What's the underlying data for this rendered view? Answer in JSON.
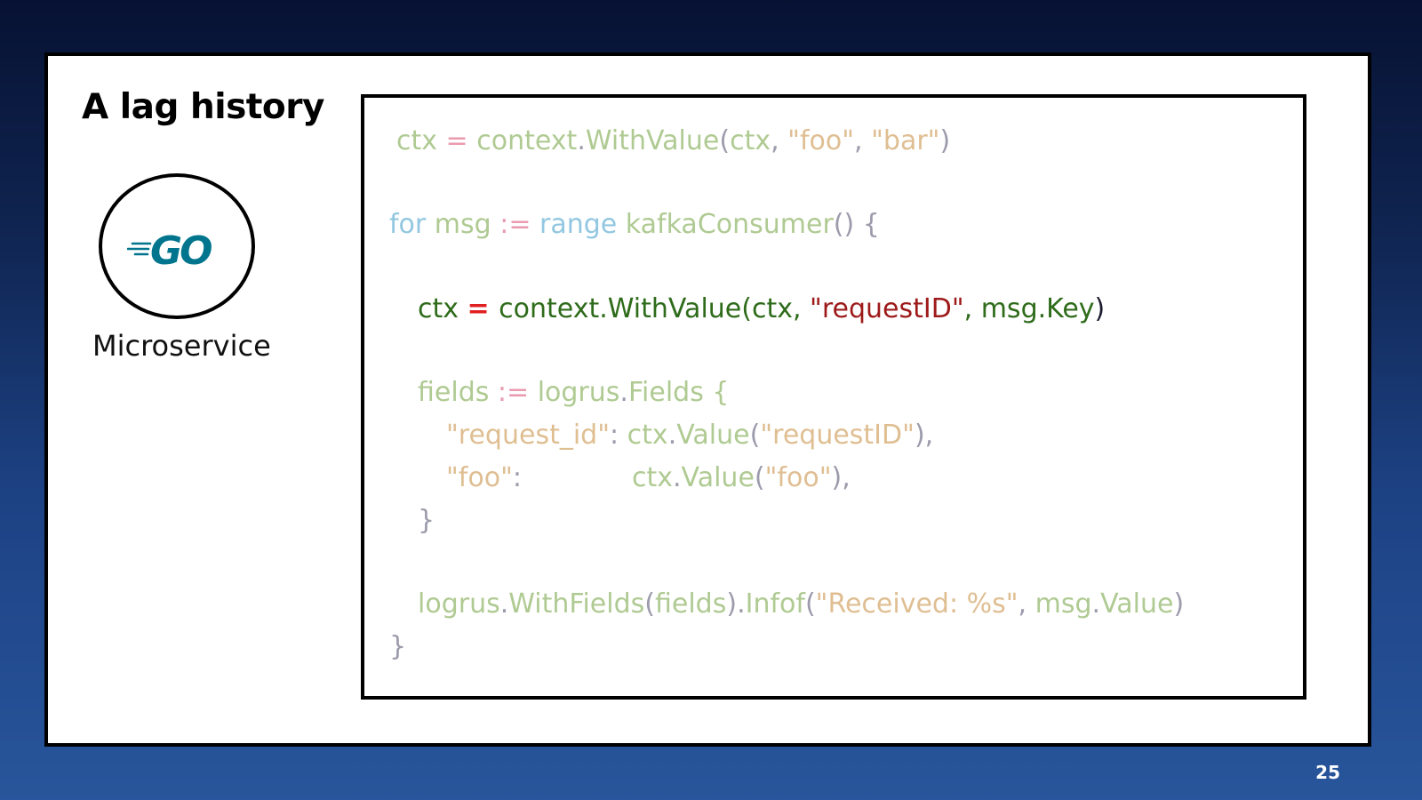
{
  "slide": {
    "title": "A lag history",
    "logo_text": "GO",
    "logo_caption": "Microservice",
    "page_number": "25"
  },
  "colors": {
    "go_blue": "#00758d",
    "var_green": "#6f9f3a",
    "operator_pink": "#d9486f",
    "string_orange": "#c58a3a",
    "keyword_blue": "#3a9bc9"
  },
  "code": {
    "line1": [
      {
        "t": "ctx",
        "c": "c-var"
      },
      {
        "t": " = ",
        "c": "c-op"
      },
      {
        "t": "context",
        "c": "c-var"
      },
      {
        "t": ".",
        "c": "c-pun"
      },
      {
        "t": "WithValue",
        "c": "c-var"
      },
      {
        "t": "(",
        "c": "c-pun"
      },
      {
        "t": "ctx",
        "c": "c-var"
      },
      {
        "t": ", ",
        "c": "c-pun"
      },
      {
        "t": "\"foo\"",
        "c": "c-str"
      },
      {
        "t": ", ",
        "c": "c-pun"
      },
      {
        "t": "\"bar\"",
        "c": "c-str"
      },
      {
        "t": ")",
        "c": "c-pun"
      }
    ],
    "line2": [
      {
        "t": "for ",
        "c": "c-kw"
      },
      {
        "t": "msg ",
        "c": "c-var"
      },
      {
        "t": ":= ",
        "c": "c-op"
      },
      {
        "t": "range ",
        "c": "c-kw"
      },
      {
        "t": "kafkaConsumer",
        "c": "c-var"
      },
      {
        "t": "() {",
        "c": "c-pun"
      }
    ],
    "line3": [
      {
        "t": "ctx ",
        "c": "c-dvar"
      },
      {
        "t": "= ",
        "c": "c-dop"
      },
      {
        "t": "context.WithValue(ctx, ",
        "c": "c-dvar"
      },
      {
        "t": "\"requestID\"",
        "c": "c-dstr"
      },
      {
        "t": ", msg.Key",
        "c": "c-dvar"
      },
      {
        "t": ")",
        "c": "c-dpun"
      }
    ],
    "line4": [
      {
        "t": "fields ",
        "c": "c-var"
      },
      {
        "t": ":= ",
        "c": "c-op"
      },
      {
        "t": "logrus",
        "c": "c-var"
      },
      {
        "t": ".",
        "c": "c-pun"
      },
      {
        "t": "Fields {",
        "c": "c-var"
      }
    ],
    "line5": [
      {
        "t": "\"request_id\"",
        "c": "c-str"
      },
      {
        "t": ": ",
        "c": "c-pun"
      },
      {
        "t": "ctx",
        "c": "c-var"
      },
      {
        "t": ".",
        "c": "c-pun"
      },
      {
        "t": "Value",
        "c": "c-var"
      },
      {
        "t": "(",
        "c": "c-pun"
      },
      {
        "t": "\"requestID\"",
        "c": "c-str"
      },
      {
        "t": "),",
        "c": "c-pun"
      }
    ],
    "line6": [
      {
        "t": "\"foo\"",
        "c": "c-str"
      },
      {
        "t": ":             ",
        "c": "c-pun"
      },
      {
        "t": "ctx",
        "c": "c-var"
      },
      {
        "t": ".",
        "c": "c-pun"
      },
      {
        "t": "Value",
        "c": "c-var"
      },
      {
        "t": "(",
        "c": "c-pun"
      },
      {
        "t": "\"foo\"",
        "c": "c-str"
      },
      {
        "t": "),",
        "c": "c-pun"
      }
    ],
    "line7": [
      {
        "t": "}",
        "c": "c-pun"
      }
    ],
    "line8": [
      {
        "t": "logrus",
        "c": "c-var"
      },
      {
        "t": ".",
        "c": "c-pun"
      },
      {
        "t": "WithFields",
        "c": "c-var"
      },
      {
        "t": "(",
        "c": "c-pun"
      },
      {
        "t": "fields",
        "c": "c-var"
      },
      {
        "t": ").",
        "c": "c-pun"
      },
      {
        "t": "Infof",
        "c": "c-var"
      },
      {
        "t": "(",
        "c": "c-pun"
      },
      {
        "t": "\"Received: %s\"",
        "c": "c-str"
      },
      {
        "t": ", ",
        "c": "c-pun"
      },
      {
        "t": "msg",
        "c": "c-var"
      },
      {
        "t": ".",
        "c": "c-pun"
      },
      {
        "t": "Value",
        "c": "c-var"
      },
      {
        "t": ")",
        "c": "c-pun"
      }
    ],
    "line9": [
      {
        "t": "}",
        "c": "c-pun"
      }
    ]
  }
}
